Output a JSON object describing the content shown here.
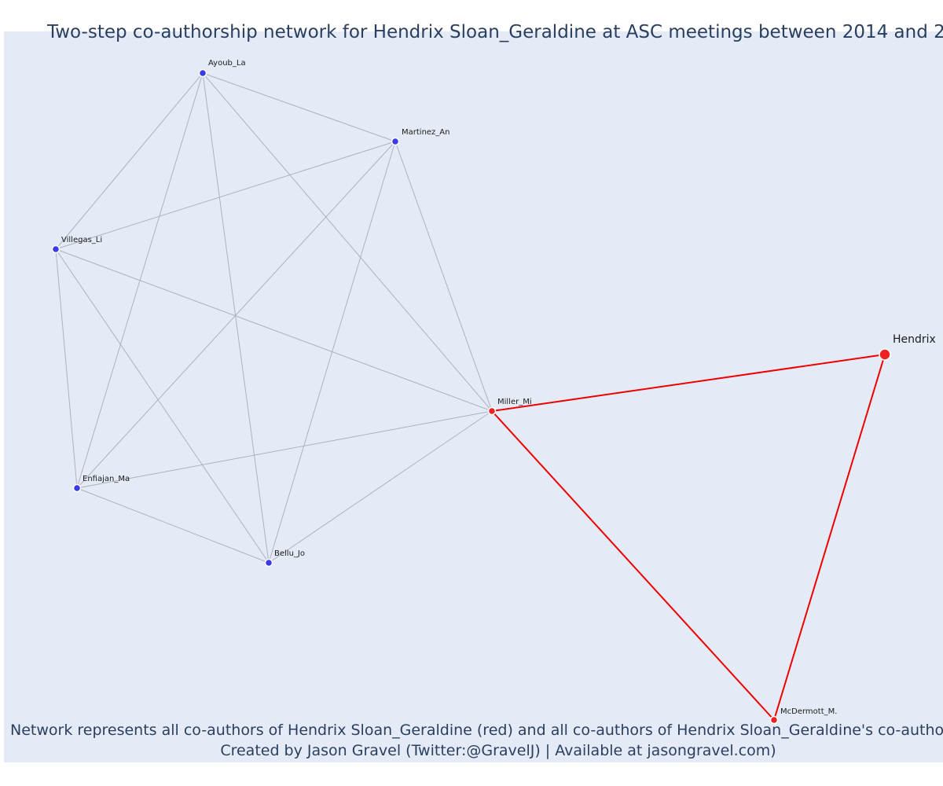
{
  "figure": {
    "title": "Two-step co-authorship network for Hendrix Sloan_Geraldine at ASC meetings between 2014 and 2",
    "caption_line_1": "Network represents all co-authors of Hendrix Sloan_Geraldine (red) and all co-authors of Hendrix Sloan_Geraldine's co-authors (",
    "caption_line_2": "Created by Jason Gravel (Twitter:@GravelJ) | Available at jasongravel.com)",
    "colors": {
      "background": "#e5ebf6",
      "direct_coauthor": "#ee2222",
      "second_step_coauthor": "#3a3ae8",
      "gray_edge": "#b0b0bf",
      "red_edge": "#ee0000",
      "text": "#2a3f5f"
    }
  },
  "nodes": [
    {
      "id": "hendrix",
      "label": "Hendrix",
      "group": "ego"
    },
    {
      "id": "miller",
      "label": "Miller_Mi",
      "group": "direct"
    },
    {
      "id": "mcdermott",
      "label": "McDermott_M.",
      "group": "direct"
    },
    {
      "id": "ayoub",
      "label": "Ayoub_La",
      "group": "second"
    },
    {
      "id": "martinez",
      "label": "Martinez_An",
      "group": "second"
    },
    {
      "id": "villegas",
      "label": "Villegas_Li",
      "group": "second"
    },
    {
      "id": "enfiajan",
      "label": "Enfiajan_Ma",
      "group": "second"
    },
    {
      "id": "bellu",
      "label": "Bellu_Jo",
      "group": "second"
    }
  ],
  "edges": [
    {
      "source": "hendrix",
      "target": "miller",
      "type": "direct"
    },
    {
      "source": "hendrix",
      "target": "mcdermott",
      "type": "direct"
    },
    {
      "source": "miller",
      "target": "mcdermott",
      "type": "direct"
    },
    {
      "source": "ayoub",
      "target": "martinez",
      "type": "second"
    },
    {
      "source": "ayoub",
      "target": "villegas",
      "type": "second"
    },
    {
      "source": "ayoub",
      "target": "enfiajan",
      "type": "second"
    },
    {
      "source": "ayoub",
      "target": "bellu",
      "type": "second"
    },
    {
      "source": "ayoub",
      "target": "miller",
      "type": "second"
    },
    {
      "source": "martinez",
      "target": "villegas",
      "type": "second"
    },
    {
      "source": "martinez",
      "target": "enfiajan",
      "type": "second"
    },
    {
      "source": "martinez",
      "target": "bellu",
      "type": "second"
    },
    {
      "source": "martinez",
      "target": "miller",
      "type": "second"
    },
    {
      "source": "villegas",
      "target": "enfiajan",
      "type": "second"
    },
    {
      "source": "villegas",
      "target": "bellu",
      "type": "second"
    },
    {
      "source": "villegas",
      "target": "miller",
      "type": "second"
    },
    {
      "source": "enfiajan",
      "target": "bellu",
      "type": "second"
    },
    {
      "source": "enfiajan",
      "target": "miller",
      "type": "second"
    },
    {
      "source": "bellu",
      "target": "miller",
      "type": "second"
    }
  ]
}
